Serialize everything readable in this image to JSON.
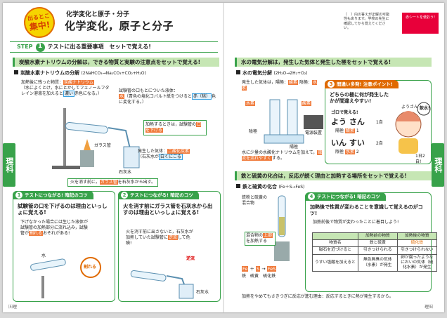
{
  "header": {
    "sticker_line1": "出るとこ",
    "sticker_line2": "集中!",
    "pretitle": "化学変化と原子・分子",
    "title": "化学変化，原子と分子",
    "note": "〔　〕内の答えが正解の可能性もあります。学校の先生に確認してから覚えてください。",
    "red_sheet": "赤シートを使おう!"
  },
  "step": {
    "label": "STEP",
    "number": "1",
    "text": "テストに出る重要事項　セットで覚える!"
  },
  "side_tab": "理科",
  "left": {
    "banner": "炭酸水素ナトリウムの分解は，できる物質と実験の注意点をセットで覚える!",
    "sub_title": "炭酸水素ナトリウムの分解",
    "sub_formula": "(2NaHCO₃→Na₂CO₃+CO₂+H₂O)",
    "leftover_label": "加熱後に残った物質：",
    "leftover_answer": "炭酸ナトリウム",
    "leftover_desc": "（水によくとけ，水にとかしてフェノールフタレイン溶液を加えると",
    "leftover_color": "濃い",
    "leftover_end": "赤色になる。）",
    "liquid_label": "試験管の口もとについた液体：",
    "liquid_answer": "水",
    "liquid_desc": "（青色の塩化コバルト紙をつけると",
    "liquid_color": "赤（桃）",
    "liquid_end": "色に変化する。）",
    "heat_text": "加熱するときは，試験管の",
    "heat_answer": "口を下げる",
    "glass_tube": "ガラス管",
    "gas_label": "発生した気体：",
    "gas_answer": "二酸化炭素",
    "gas_desc": "（石灰水が",
    "gas_result": "白くにごる",
    "limewater": "石灰水",
    "fire_pre": "火を消す前に，",
    "fire_answer": "ガラス管",
    "fire_post": "を石灰水から出す。",
    "tip1_label": "テストにつながる! 暗記のコツ",
    "tip1_num": "1",
    "tip1_head": "試験管の口を下げるのは理由といっしょに覚える!",
    "tip1_body": "下げなかった場合には生じた液体が試験管の加熱部分に流れ込み，試験管が",
    "tip1_answer": "割れる",
    "tip1_end": "おそれがある!",
    "water_lbl": "水",
    "break_lbl": "割れる",
    "tip2_label": "テストにつながる! 暗記のコツ",
    "tip2_num": "2",
    "tip2_head": "火を消す前にガラス管を石灰水から出すのは理由といっしょに覚える!",
    "tip2_body": "火を消す前に出さないと，石灰水が加熱していた試験管に",
    "tip2_answer": "逆流",
    "tip2_end": "して危険!",
    "backflow_lbl": "逆流",
    "lime_lbl": "石灰水"
  },
  "right": {
    "banner": "水の電気分解は，発生した気体と発生した極をセットで覚える!",
    "sub_title": "水の電気分解",
    "sub_formula": "(2H₂O→2H₂+O₂)",
    "gas_pre": "発生した気体は，陽極：",
    "anode_gas": "酸素",
    "cathode_pre": "陰極：",
    "cathode_gas": "水素",
    "left_ans": "水素",
    "right_ans": "酸素",
    "elec_minus": "陰極",
    "elec_plus": "陽極",
    "power": "電源装置",
    "naoh_text": "水に少量の水酸化ナトリウムを加えて，",
    "naoh_answer": "電流を流れやすく",
    "naoh_end": "する。",
    "tip3_label": "間違い多発! 注意ポイント!",
    "tip3_num": "3",
    "tip3_head": "どちらの極に何が発生したかが間違えやすい!",
    "goro": "ゴロで覚える!",
    "yousan": "よう さん",
    "yousan_num": "1自",
    "pole_a": "陽極",
    "pole_a_ans": "酸素",
    "pole_a_n": "1",
    "insui": "いん すい",
    "insui_num": "2自",
    "pole_c": "陰極",
    "pole_c_ans": "水素",
    "pole_c_n": "2",
    "chara_name": "ようさん",
    "chara_bubble": "飲水!",
    "chara_cup": "1日2自!",
    "banner2": "鉄と硫黄の化合は，反応が続く理由と加熱する場所をセットで覚える!",
    "sub2_title": "鉄と硫黄の化合",
    "sub2_formula": "(Fe＋S→FeS)",
    "mix_label": "鉄粉と硫黄の混合物",
    "heat_mix1": "混合物の",
    "heat_mix_ans": "上部",
    "heat_mix2": "を加熱する",
    "eq_fe": "Fe",
    "eq_s": "S",
    "eq_fes": "FeS",
    "eq_fe_lbl": "鉄",
    "eq_s_lbl": "硫黄",
    "eq_fes_lbl": "硫化鉄",
    "tip4_label": "テストにつながる! 暗記のコツ",
    "tip4_num": "4",
    "tip4_head": "加熱後で性質が変わることを意識して覚えるのがコツ!",
    "tip4_body": "加熱前後で物質が変わったことに着目しよう!",
    "table": {
      "headers": [
        "",
        "加熱前の物質",
        "加熱後の物質"
      ],
      "rows": [
        [
          "物質名",
          "鉄と硫黄",
          "硫化鉄"
        ],
        [
          "磁石を近づけると",
          "引きつけられる",
          "引きつけられない"
        ],
        [
          "うすい塩酸を加えると",
          "無色無臭の気体（水素）が発生",
          "卵が腐ったようなにおいの気体（硫化水素）が発生"
        ]
      ]
    },
    "footer_note": "加熱をやめてもさきつぎに反応が進む理由：反応するときに熱が発生するから。"
  },
  "footer": {
    "left": "⑸理",
    "right": "理⑹"
  },
  "colors": {
    "accent": "#38a24a",
    "answer": "#f07b3c",
    "banner": "#c6e6b4",
    "red": "#e8003a"
  }
}
